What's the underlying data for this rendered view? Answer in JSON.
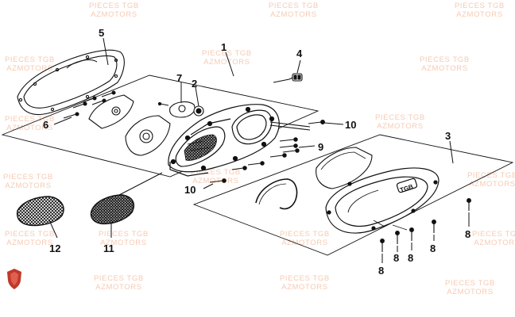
{
  "watermark": {
    "line1": "PIECES TGB",
    "line2": "AZMOTORS",
    "color": "#eb783c"
  },
  "callouts": [
    {
      "id": "c1",
      "label": "1"
    },
    {
      "id": "c2",
      "label": "2"
    },
    {
      "id": "c3",
      "label": "3"
    },
    {
      "id": "c4",
      "label": "4"
    },
    {
      "id": "c5",
      "label": "5"
    },
    {
      "id": "c6",
      "label": "6"
    },
    {
      "id": "c7",
      "label": "7"
    },
    {
      "id": "c8a",
      "label": "8"
    },
    {
      "id": "c8b",
      "label": "8"
    },
    {
      "id": "c8c",
      "label": "8"
    },
    {
      "id": "c8d",
      "label": "8"
    },
    {
      "id": "c8e",
      "label": "8"
    },
    {
      "id": "c9",
      "label": "9"
    },
    {
      "id": "c10a",
      "label": "10"
    },
    {
      "id": "c10b",
      "label": "10"
    },
    {
      "id": "c11",
      "label": "11"
    },
    {
      "id": "c12",
      "label": "12"
    }
  ],
  "cover_badge_text": "TGB",
  "logo_icon": "shield-logo-icon",
  "logo_color": "#c0392b"
}
